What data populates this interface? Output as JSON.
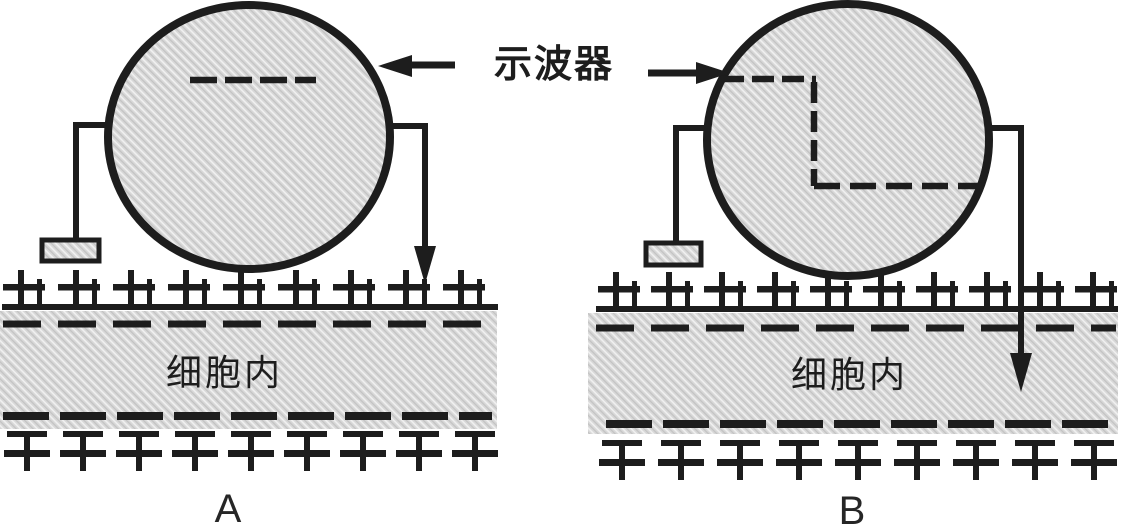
{
  "figure": {
    "description": "Oscilloscope measurement of cell membrane potential: panel A microelectrode tip outside the membrane (flat dashed trace on screen), panel B microelectrode inserted through membrane into cell (dashed trace steps down)"
  },
  "labels": {
    "oscilloscope": "示波器",
    "intracellular_a": "细胞内",
    "intracellular_b": "细胞内",
    "panel_a": "A",
    "panel_b": "B"
  },
  "panels": [
    {
      "id": "A",
      "trace": "flat dashed baseline at upper level",
      "microelectrode": "tip at outer membrane surface"
    },
    {
      "id": "B",
      "trace": "dashed trace stepping down from upper level to lower level",
      "microelectrode": "tip inside cell interior"
    }
  ],
  "colors": {
    "ink": "#1d1d1d",
    "fill_gray": "#d8d8d8",
    "background": "#ffffff"
  }
}
